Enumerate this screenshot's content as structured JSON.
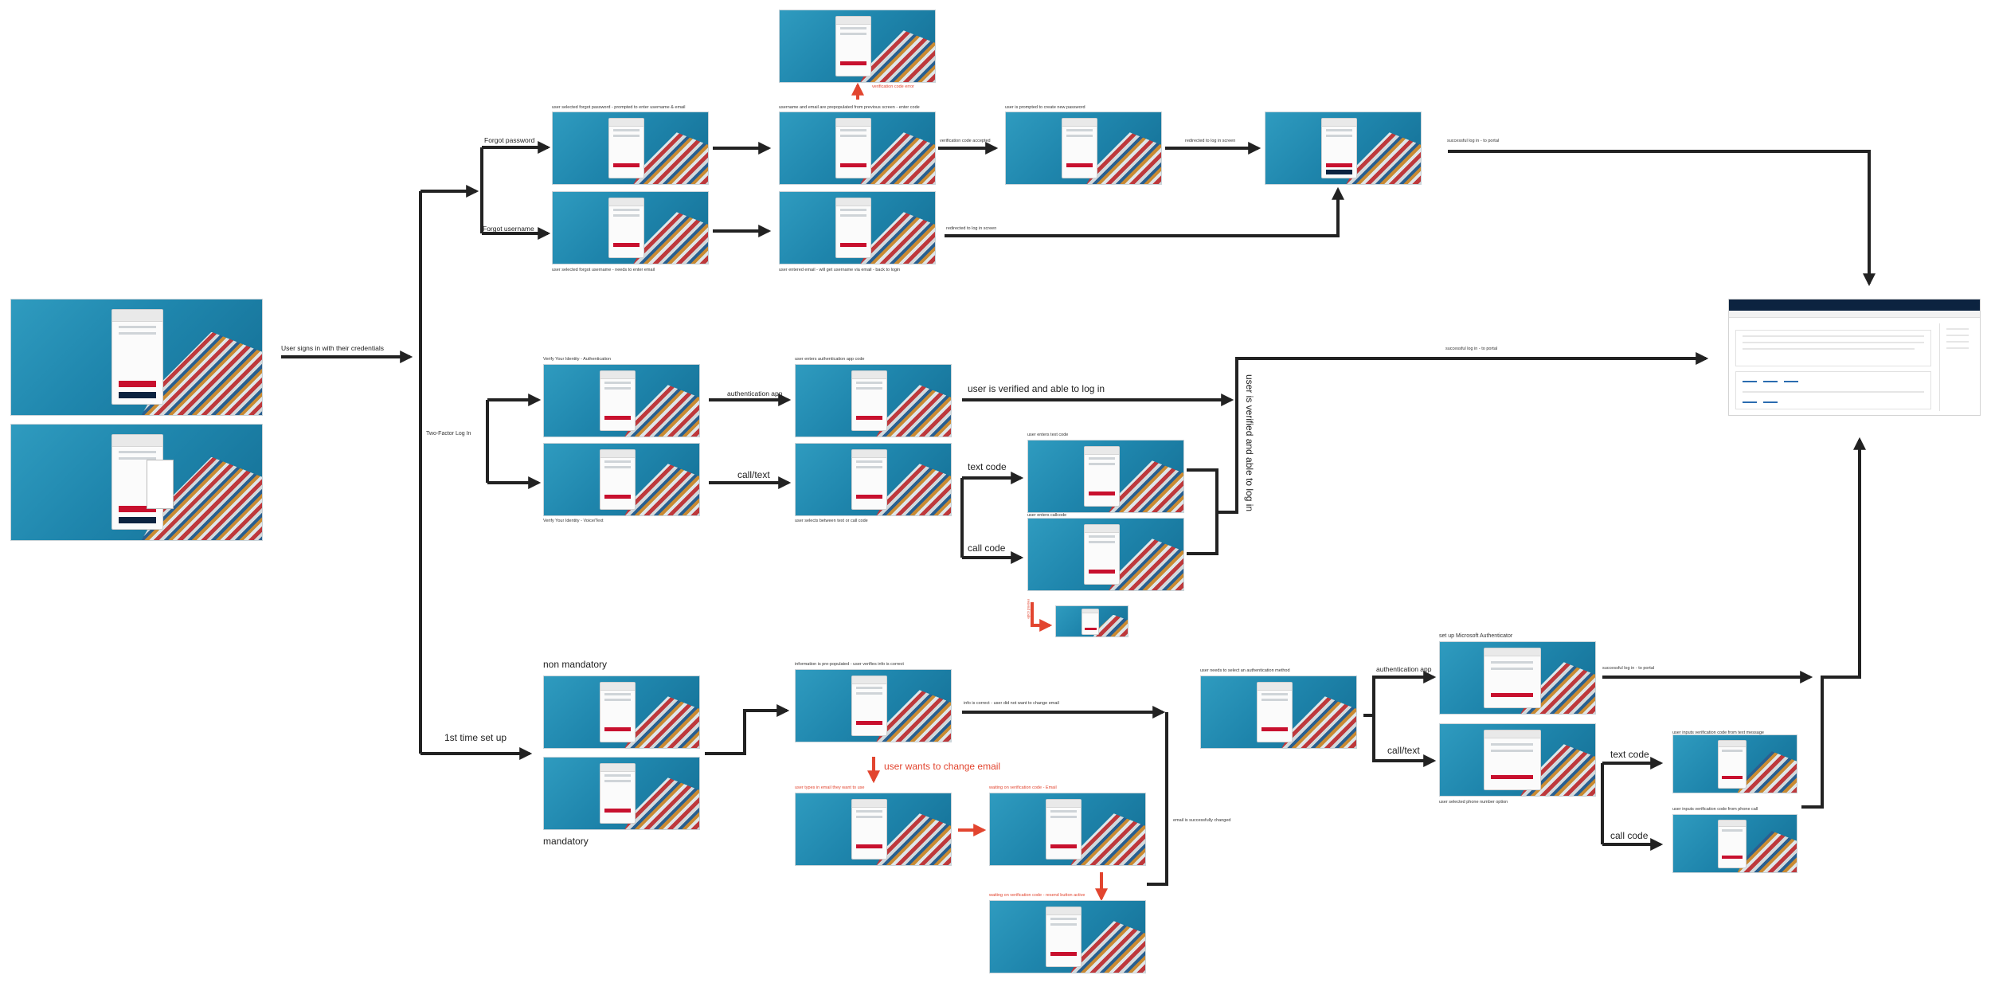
{
  "colors": {
    "arrow": "#222222",
    "highlight_arrow": "#e2452f",
    "brand_red": "#c8102e",
    "brand_navy": "#0c2340",
    "ocean": "#1f86ad"
  },
  "edges": {
    "user_signs_in": "User signs in with their credentials",
    "forgot_password": "Forgot password",
    "forgot_username": "Forgot username",
    "two_factor": "Two-Factor Log In",
    "first_time": "1st time set up",
    "verification_code_accepted": "verification code accepted",
    "redirected_to_login": "redirected to log in screen",
    "redirected_to_login2": "redirected to log in screen",
    "successful_login_top": "successful log in - to portal",
    "successful_login_mid": "successful log in - to portal",
    "successful_login_bottom": "successful log in - to portal",
    "verification_code_error": "verification code error",
    "authentication_app": "authentication app",
    "call_text": "call/text",
    "user_verified": "user is verified and able to log in",
    "user_verified_vertical": "user is verified and able to log in",
    "text_code": "text code",
    "call_code": "call code",
    "non_mandatory": "non mandatory",
    "mandatory": "mandatory",
    "info_correct": "info is correct - user did not want to change email",
    "user_wants_change_email": "user wants to change email",
    "email_changed": "email is successfully changed",
    "authentication_app_2": "authentication app",
    "call_text_2": "call/text",
    "text_code_2": "text code",
    "call_code_2": "call code",
    "resend": "resend code"
  },
  "captions": {
    "forgot_password_screen": "user selected forgot password - prompted to enter username & email",
    "forgot_username_screen": "user selected forgot username - needs to enter email",
    "prepopulated": "username and email are prepopulated from previous screen - enter code",
    "entered_email": "user entered email - will get username via email - back to login",
    "create_password": "user is prompted to create new password",
    "verify_auth": "Verify Your Identity - Authentication",
    "verify_voice": "Verify Your Identity - Voice/Text",
    "enters_app_code": "user enters authentication app code",
    "selects_text_call": "user selects between text or call code",
    "enters_text_code": "user enters text code",
    "enters_call_code": "user enters callcode",
    "info_prepopulated": "information is pre-populated - user verifies info is correct",
    "types_new_email": "user types in email they want to use",
    "waiting_email": "waiting on verification code - Email",
    "waiting_resend": "waiting on verification code - resend button active",
    "select_method": "user needs to select an authentication method",
    "setup_authenticator": "set up Microsoft Authenticator",
    "selected_phone": "user selected phone number option",
    "inputs_text_code": "user inputs verification code from text message",
    "inputs_call_code": "user inputs verification code from phone call"
  }
}
